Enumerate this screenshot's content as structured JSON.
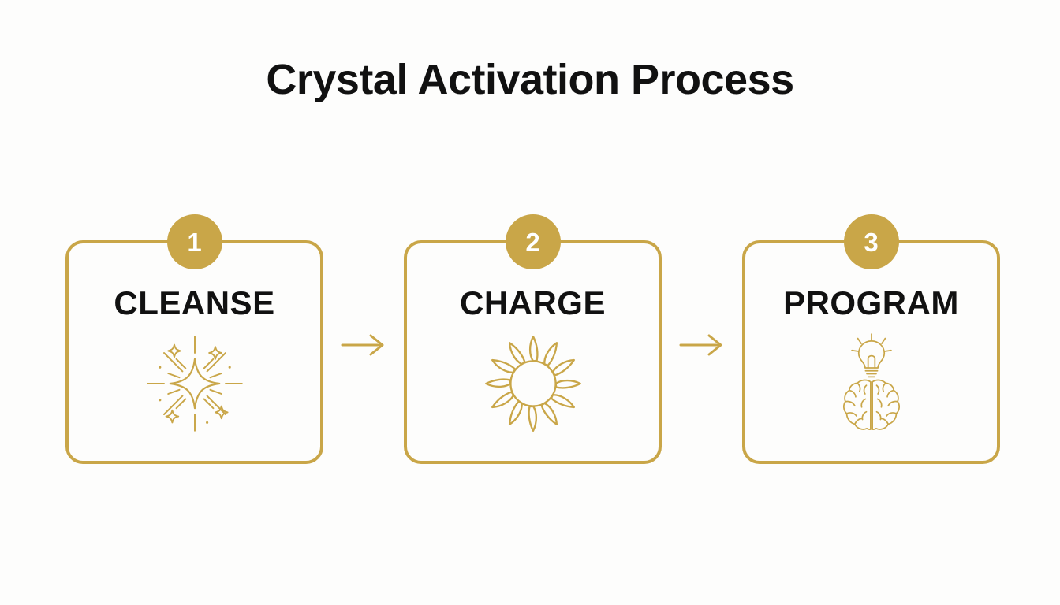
{
  "page": {
    "title": "Crystal Activation Process",
    "background_color": "#fdfdfc",
    "accent_color": "#c9a648",
    "text_color": "#111111"
  },
  "steps": [
    {
      "number": "1",
      "label": "CLEANSE",
      "icon": "sparkle-starburst-icon"
    },
    {
      "number": "2",
      "label": "CHARGE",
      "icon": "sun-icon"
    },
    {
      "number": "3",
      "label": "PROGRAM",
      "icon": "brain-lightbulb-icon"
    }
  ],
  "connectors": [
    {
      "icon": "arrow-right-icon"
    },
    {
      "icon": "arrow-right-icon"
    }
  ]
}
